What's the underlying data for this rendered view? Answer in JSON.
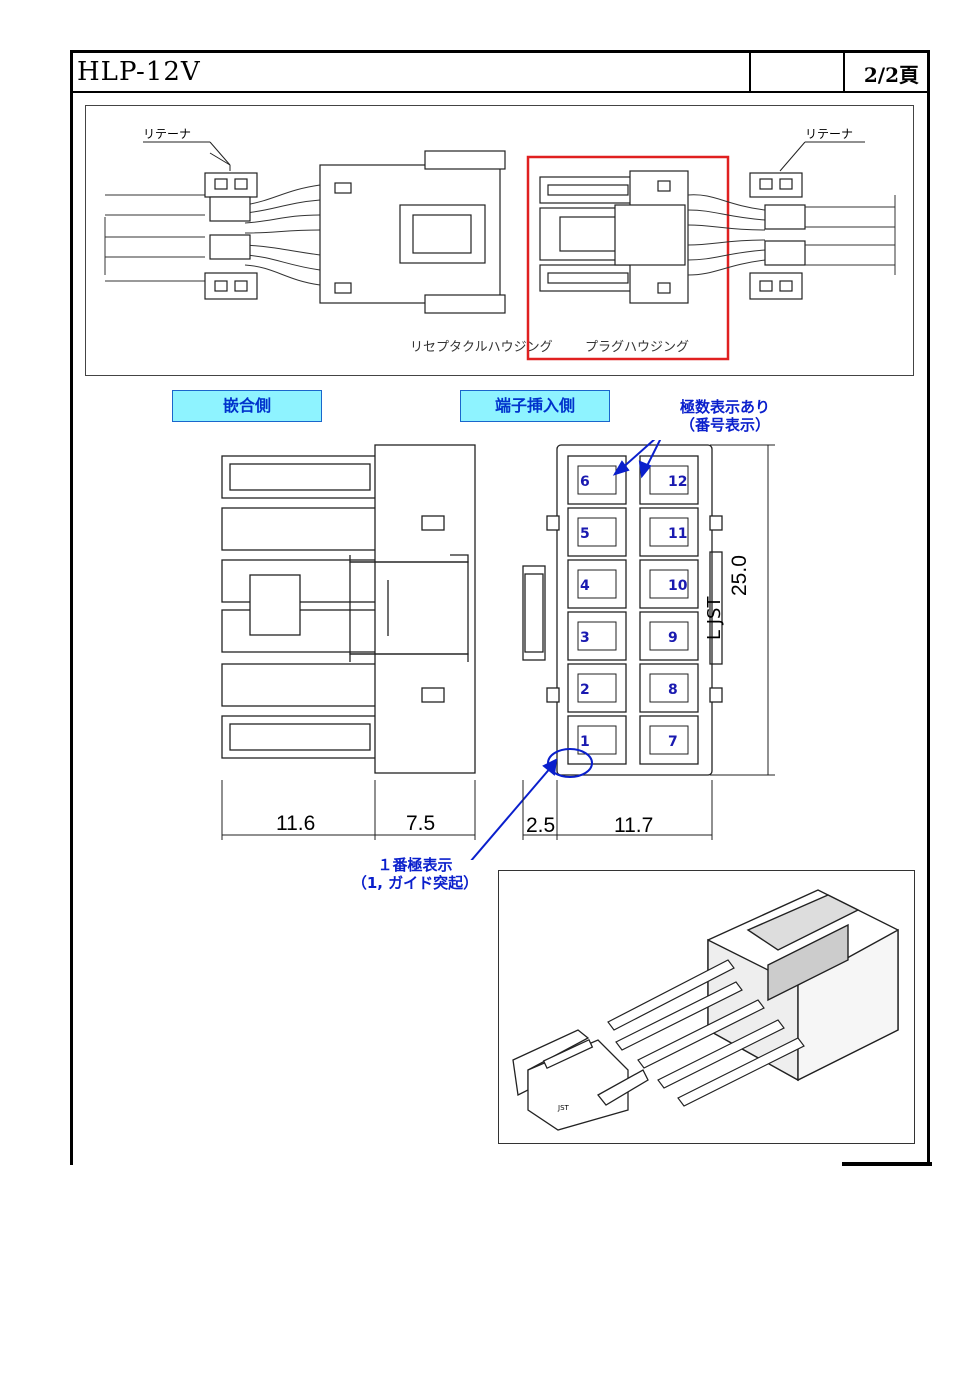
{
  "header": {
    "title": "HLP-12V",
    "page": "2/2頁"
  },
  "top_view": {
    "retainer_left": "リテーナ",
    "retainer_right": "リテーナ",
    "receptacle_label": "リセプタクルハウジング",
    "plug_label": "プラグハウジング"
  },
  "tags": {
    "mating_side": "嵌合側",
    "insertion_side": "端子挿入側"
  },
  "notes": {
    "pole_display_1": "極数表示あり",
    "pole_display_2": "（番号表示）",
    "pin1_line1": "１番極表示",
    "pin1_line2": "（1, ガイド突起）"
  },
  "end_view": {
    "left_numbers": [
      "6",
      "5",
      "4",
      "3",
      "2",
      "1"
    ],
    "right_numbers": [
      "12",
      "11",
      "10",
      "9",
      "8",
      "7"
    ],
    "mold_mark": "L JST"
  },
  "dimensions": {
    "d1": "11.6",
    "d2": "7.5",
    "d3": "2.5",
    "d4": "11.7",
    "height": "25.0"
  },
  "colors": {
    "highlight_box": "#e02020",
    "tag_bg": "#8ef3ff",
    "note_text": "#0a1fcc"
  }
}
